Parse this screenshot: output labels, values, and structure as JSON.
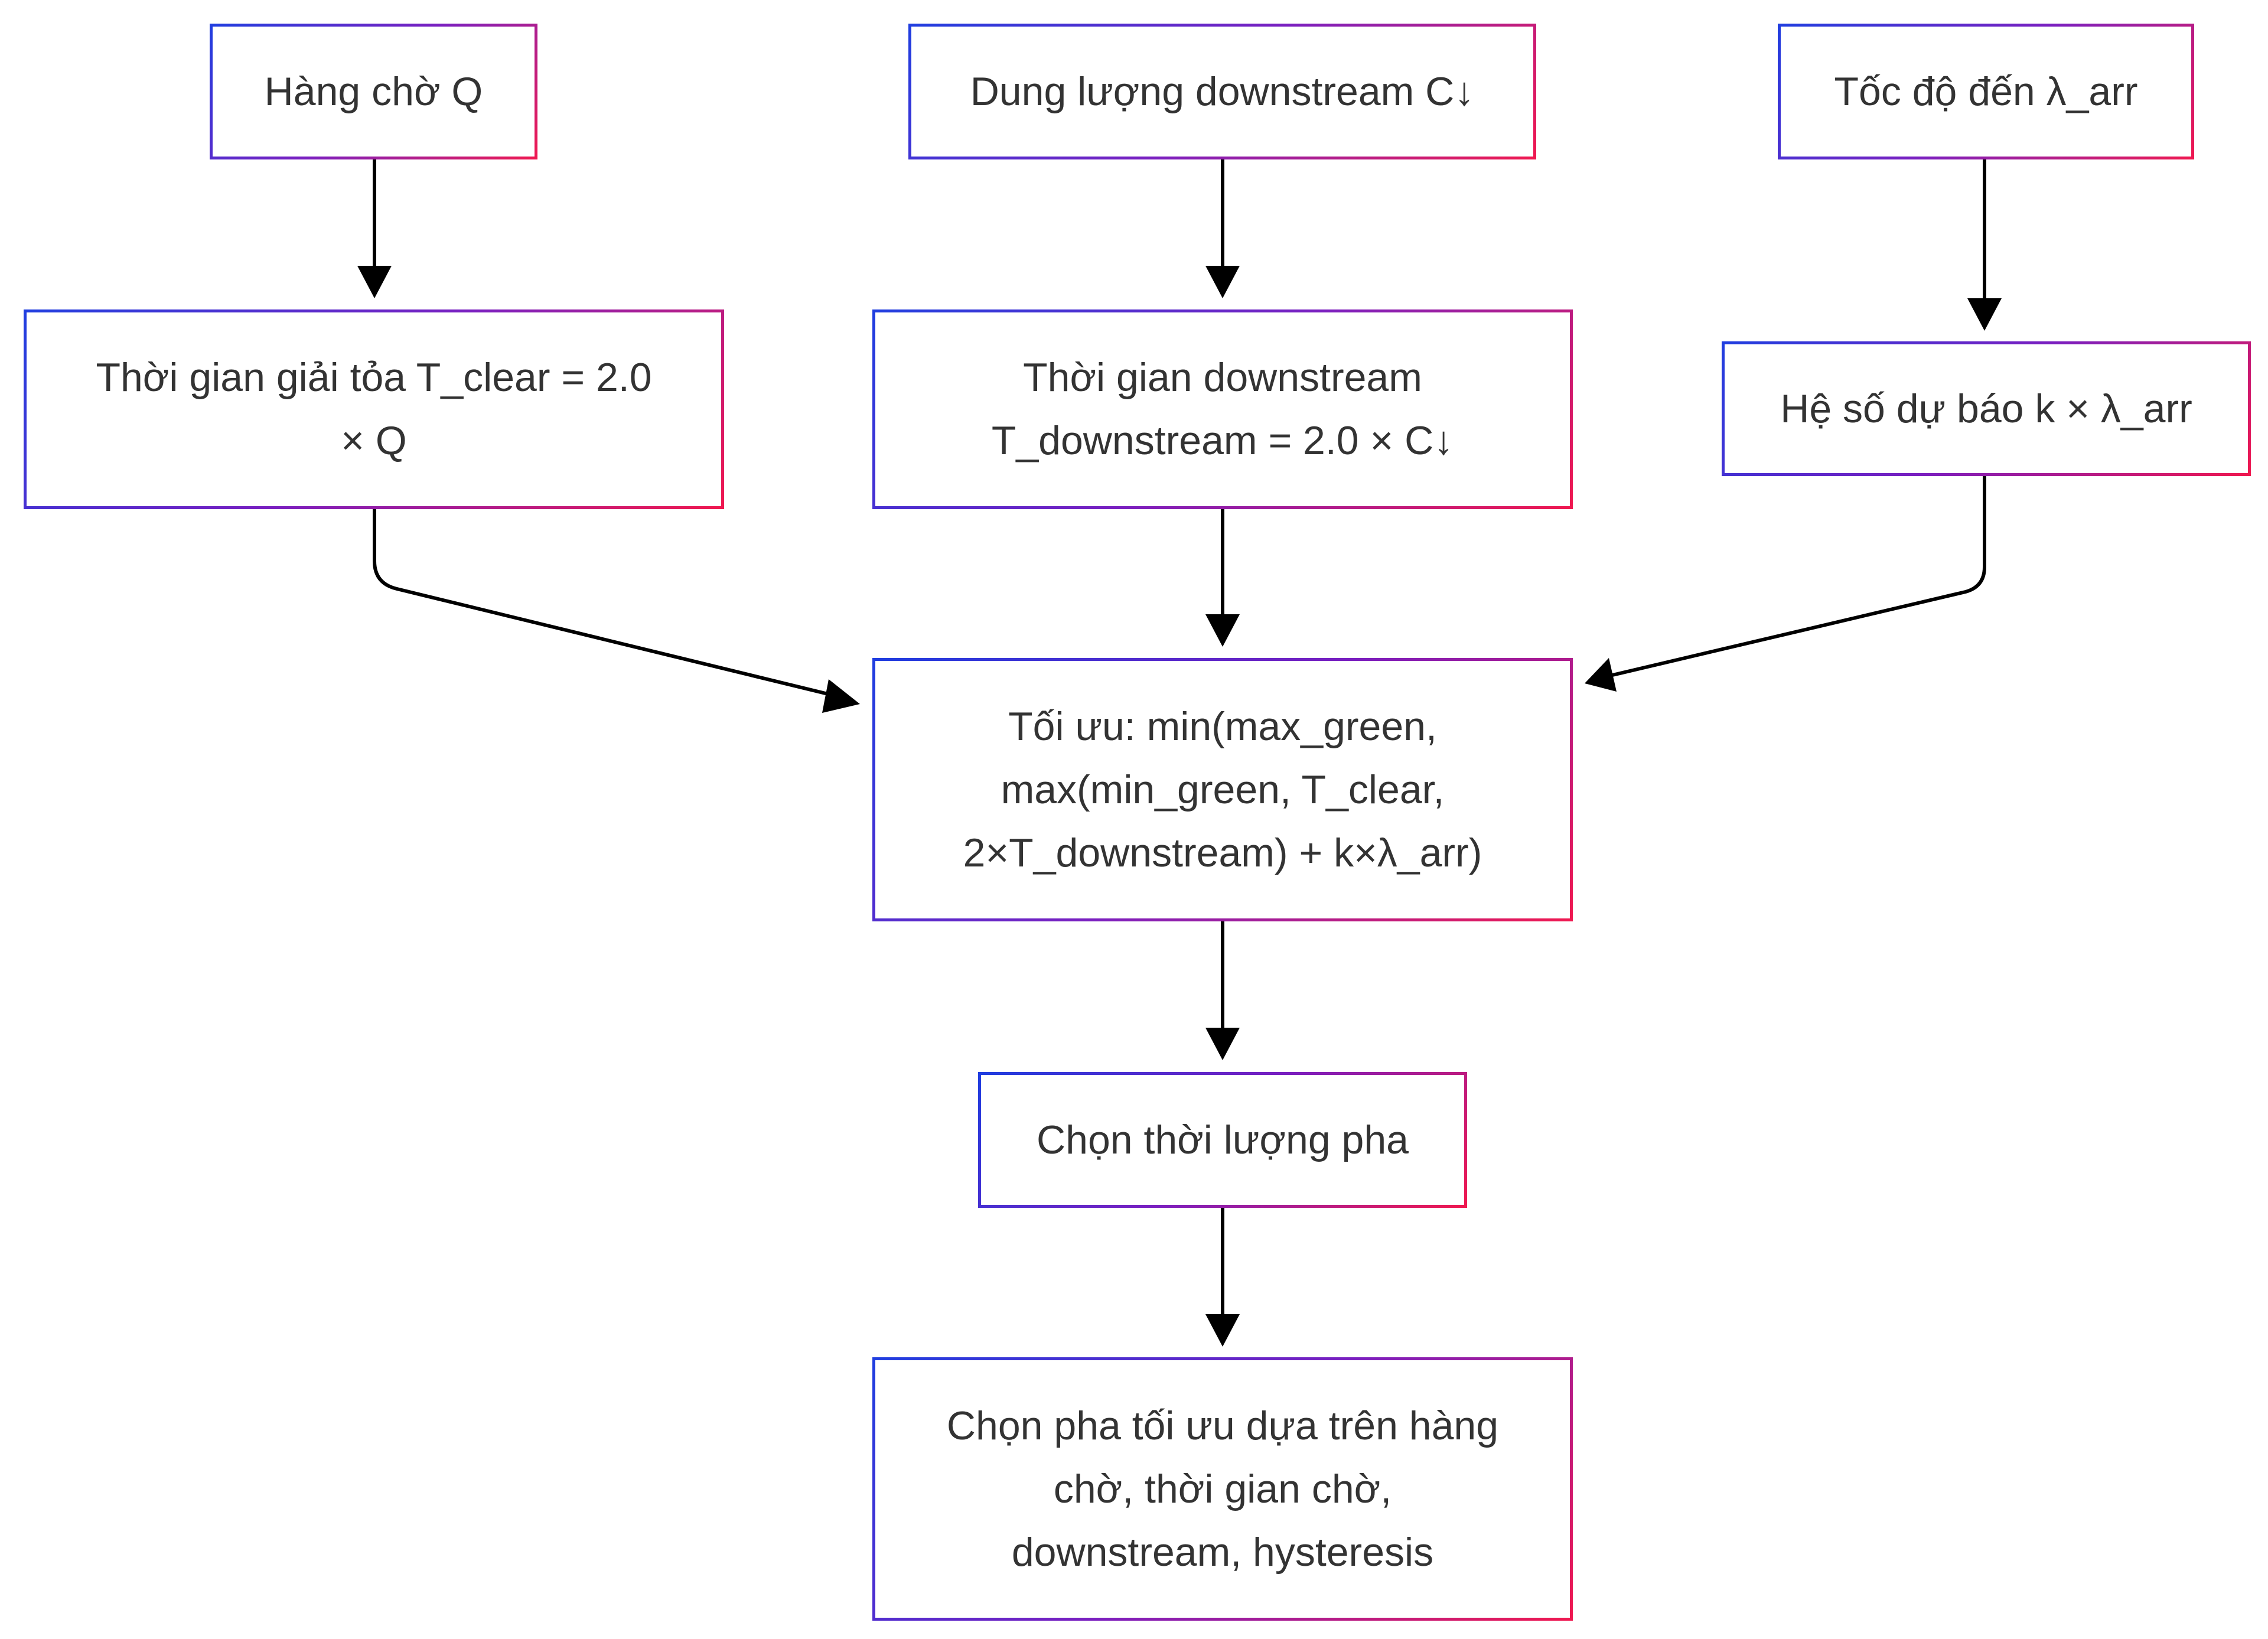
{
  "nodes": {
    "queue": "Hàng chờ Q",
    "capacity": "Dung lượng downstream C↓",
    "arrival": "Tốc độ đến λ_arr",
    "clear_time": "Thời gian giải tỏa T_clear = 2.0\n× Q",
    "downstream_time": "Thời gian downstream\nT_downstream = 2.0 × C↓",
    "forecast": "Hệ số dự báo k × λ_arr",
    "optimize": "Tối ưu: min(max_green,\nmax(min_green, T_clear,\n2×T_downstream) + k×λ_arr)",
    "phase_duration": "Chọn thời lượng pha",
    "select_phase": "Chọn pha tối ưu dựa trên hàng\nchờ, thời gian chờ,\ndownstream, hysteresis"
  },
  "edges": [
    {
      "from": "queue",
      "to": "clear_time"
    },
    {
      "from": "capacity",
      "to": "downstream_time"
    },
    {
      "from": "arrival",
      "to": "forecast"
    },
    {
      "from": "clear_time",
      "to": "optimize"
    },
    {
      "from": "downstream_time",
      "to": "optimize"
    },
    {
      "from": "forecast",
      "to": "optimize"
    },
    {
      "from": "optimize",
      "to": "phase_duration"
    },
    {
      "from": "phase_duration",
      "to": "select_phase"
    }
  ],
  "colors": {
    "border_start": "#1f3ee0",
    "border_end": "#f0184f",
    "text": "#333333",
    "edge": "#000000"
  }
}
